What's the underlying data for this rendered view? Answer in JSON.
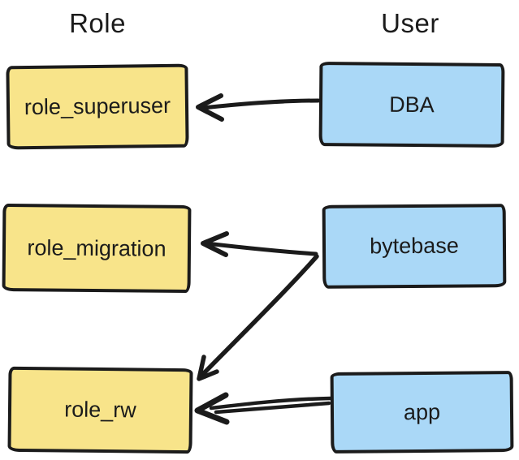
{
  "diagram": {
    "columns": [
      {
        "title": "Role"
      },
      {
        "title": "User"
      }
    ],
    "role_nodes": [
      "role_superuser",
      "role_migration",
      "role_rw"
    ],
    "user_nodes": [
      "DBA",
      "bytebase",
      "app"
    ],
    "edges": [
      {
        "from": "DBA",
        "to": "role_superuser"
      },
      {
        "from": "bytebase",
        "to": "role_migration"
      },
      {
        "from": "bytebase",
        "to": "role_rw"
      },
      {
        "from": "app",
        "to": "role_rw"
      }
    ],
    "colors": {
      "role_fill": "#f8e48a",
      "user_fill": "#aad8f7",
      "stroke": "#1b1b1b",
      "background": "#ffffff"
    }
  }
}
